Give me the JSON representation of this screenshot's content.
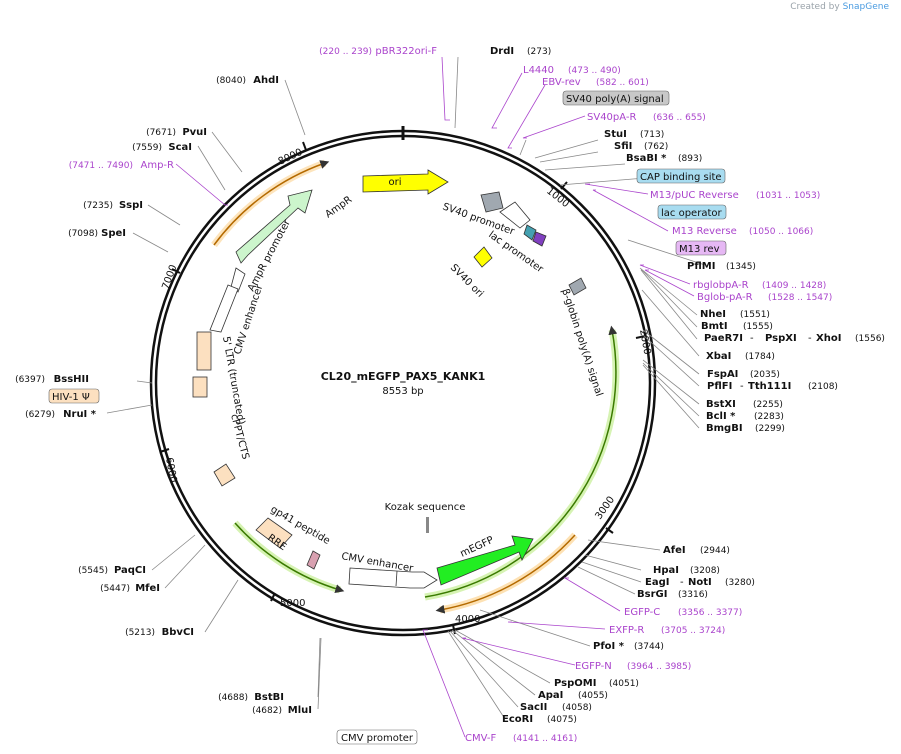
{
  "branding": {
    "created_by": "Created by",
    "logo_text": "SnapGene"
  },
  "plasmid": {
    "name": "CL20_mEGFP_PAX5_KANK1",
    "length": "8553 bp"
  },
  "ticks": [
    "1000",
    "2000",
    "3000",
    "4000",
    "5000",
    "6000",
    "7000",
    "8000"
  ],
  "features": [
    {
      "name": "ori",
      "color": "#ffff00"
    },
    {
      "name": "AmpR",
      "color": "#ccf5cc"
    },
    {
      "name": "AmpR promoter",
      "color": "#ffffff"
    },
    {
      "name": "CMV enhancer",
      "color": "#ffffff"
    },
    {
      "name": "5' LTR (truncated)",
      "color": "#fce0c0"
    },
    {
      "name": "cPPT/CTS",
      "color": "#fce0c0"
    },
    {
      "name": "RRE",
      "color": "#fce0c0"
    },
    {
      "name": "gp41 peptide",
      "color": "#d8a0b0"
    },
    {
      "name": "CMV enhancer",
      "color": "#ffffff"
    },
    {
      "name": "mEGFP",
      "color": "#22ee22"
    },
    {
      "name": "Kozak sequence",
      "color": "#888888"
    },
    {
      "name": "β-globin poly(A) signal",
      "color": "#a0a8b0"
    },
    {
      "name": "SV40 promoter",
      "color": "#ffffff"
    },
    {
      "name": "lac promoter",
      "color": "#ffffff"
    },
    {
      "name": "SV40 ori",
      "color": "#ffff00"
    }
  ],
  "boxed_labels": [
    {
      "text": "SV40 poly(A) signal",
      "color": "#c8c8c8"
    },
    {
      "text": "CAP binding site",
      "color": "#a8dcf0"
    },
    {
      "text": "lac operator",
      "color": "#a8dcf0"
    },
    {
      "text": "M13 rev",
      "color": "#e6b8f4"
    },
    {
      "text": "HIV-1 Ψ",
      "color": "#fce0c0"
    },
    {
      "text": "CMV promoter",
      "color": "#ffffff"
    }
  ],
  "primers": [
    {
      "name": "pBR322ori-F",
      "range": "(220 .. 239)"
    },
    {
      "name": "L4440",
      "range": "(473 .. 490)"
    },
    {
      "name": "EBV-rev",
      "range": "(582 .. 601)"
    },
    {
      "name": "SV40pA-R",
      "range": "(636 .. 655)"
    },
    {
      "name": "M13/pUC Reverse",
      "range": "(1031 .. 1053)"
    },
    {
      "name": "M13 Reverse",
      "range": "(1050 .. 1066)"
    },
    {
      "name": "rbglobpA-R",
      "range": "(1409 .. 1428)"
    },
    {
      "name": "Bglob-pA-R",
      "range": "(1528 .. 1547)"
    },
    {
      "name": "EGFP-C",
      "range": "(3356 .. 3377)"
    },
    {
      "name": "EXFP-R",
      "range": "(3705 .. 3724)"
    },
    {
      "name": "EGFP-N",
      "range": "(3964 .. 3985)"
    },
    {
      "name": "CMV-F",
      "range": "(4141 .. 4161)"
    },
    {
      "name": "Amp-R",
      "range": "(7471 .. 7490)"
    }
  ],
  "enzymes": [
    {
      "name": "DrdI",
      "pos": "(273)"
    },
    {
      "name": "StuI",
      "pos": "(713)"
    },
    {
      "name": "SfiI",
      "pos": "(762)"
    },
    {
      "name": "BsaBI *",
      "pos": "(893)"
    },
    {
      "name": "PflMI",
      "pos": "(1345)"
    },
    {
      "name": "NheI",
      "pos": "(1551)"
    },
    {
      "name": "BmtI",
      "pos": "(1555)"
    },
    {
      "name": "PaeR7I",
      "name2": "PspXI",
      "name3": "XhoI",
      "pos": "(1556)"
    },
    {
      "name": "XbaI",
      "pos": "(1784)"
    },
    {
      "name": "FspAI",
      "pos": "(2035)"
    },
    {
      "name": "PflFI",
      "name2": "Tth111I",
      "pos": "(2108)"
    },
    {
      "name": "BstXI",
      "pos": "(2255)"
    },
    {
      "name": "BclI *",
      "pos": "(2283)"
    },
    {
      "name": "BmgBI",
      "pos": "(2299)"
    },
    {
      "name": "AfeI",
      "pos": "(2944)"
    },
    {
      "name": "HpaI",
      "pos": "(3208)"
    },
    {
      "name": "EagI",
      "name2": "NotI",
      "pos": "(3280)"
    },
    {
      "name": "BsrGI",
      "pos": "(3316)"
    },
    {
      "name": "PfoI *",
      "pos": "(3744)"
    },
    {
      "name": "PspOMI",
      "pos": "(4051)"
    },
    {
      "name": "ApaI",
      "pos": "(4055)"
    },
    {
      "name": "SacII",
      "pos": "(4058)"
    },
    {
      "name": "EcoRI",
      "pos": "(4075)"
    },
    {
      "name": "MluI",
      "pos": "(4682)"
    },
    {
      "name": "BstBI",
      "pos": "(4688)"
    },
    {
      "name": "BbvCI",
      "pos": "(5213)"
    },
    {
      "name": "MfeI",
      "pos": "(5447)"
    },
    {
      "name": "PaqCI",
      "pos": "(5545)"
    },
    {
      "name": "NruI *",
      "pos": "(6279)"
    },
    {
      "name": "BssHII",
      "pos": "(6397)"
    },
    {
      "name": "SpeI",
      "pos": "(7098)"
    },
    {
      "name": "SspI",
      "pos": "(7235)"
    },
    {
      "name": "ScaI",
      "pos": "(7559)"
    },
    {
      "name": "PvuI",
      "pos": "(7671)"
    },
    {
      "name": "AhdI",
      "pos": "(8040)"
    }
  ]
}
